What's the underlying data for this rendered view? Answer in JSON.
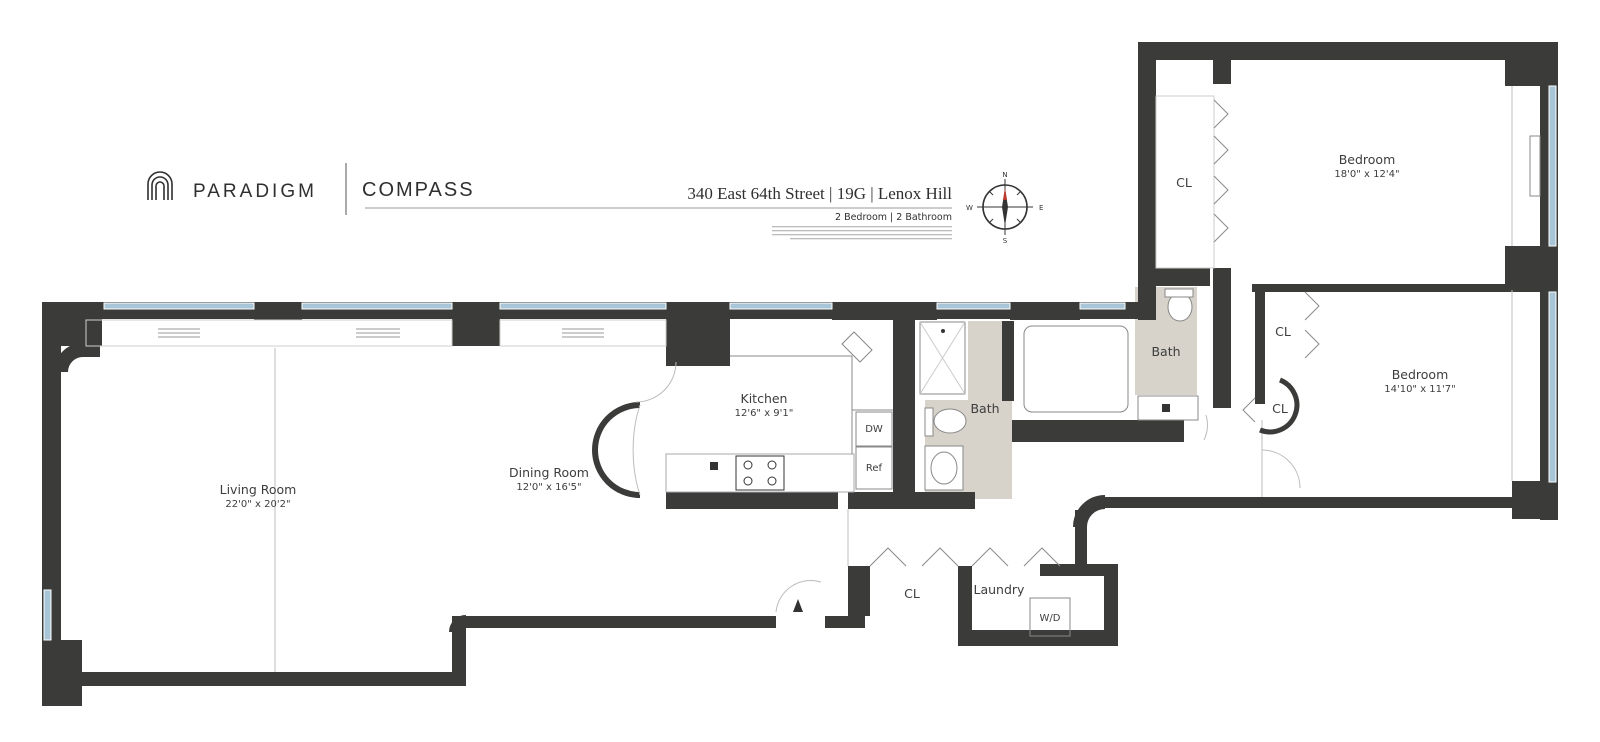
{
  "header": {
    "brand_left": "PARADIGM",
    "brand_right": "COMPASS",
    "address": "340 East 64th Street | 19G | Lenox Hill",
    "unit_summary": "2 Bedroom | 2 Bathroom"
  },
  "compass": {
    "n": "N",
    "s": "S",
    "e": "E",
    "w": "W"
  },
  "rooms": {
    "living": {
      "name": "Living Room",
      "dim": "22'0\" x 20'2\""
    },
    "dining": {
      "name": "Dining Room",
      "dim": "12'0\" x 16'5\""
    },
    "kitchen": {
      "name": "Kitchen",
      "dim": "12'6\" x 9'1\""
    },
    "bedroom1": {
      "name": "Bedroom",
      "dim": "18'0\" x 12'4\""
    },
    "bedroom2": {
      "name": "Bedroom",
      "dim": "14'10\" x 11'7\""
    },
    "bath1": {
      "name": "Bath"
    },
    "bath2": {
      "name": "Bath"
    },
    "laundry": {
      "name": "Laundry"
    }
  },
  "labels": {
    "closet": "CL",
    "dishwasher": "DW",
    "refrigerator": "Ref",
    "washer_dryer": "W/D"
  },
  "colors": {
    "wall": "#3b3b3a",
    "bath_floor": "#d7d3ca",
    "window": "#a9c6d8",
    "fixture": "#888888"
  }
}
